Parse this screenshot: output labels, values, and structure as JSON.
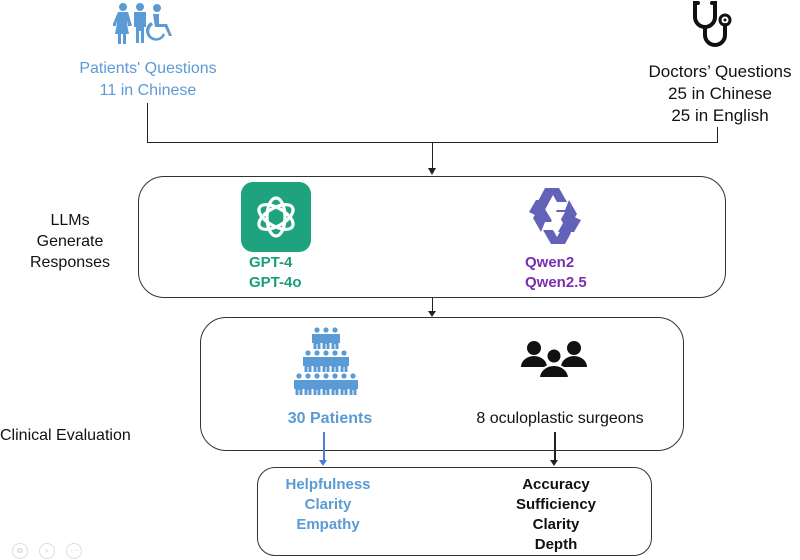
{
  "sources": {
    "patients": {
      "icon": "people-accessibility-icon",
      "title": "Patients' Questions",
      "count": "11 in Chinese"
    },
    "doctors": {
      "icon": "stethoscope-icon",
      "title": "Doctors’ Questions",
      "count_chinese": "25 in Chinese",
      "count_english": "25 in English"
    }
  },
  "stages": {
    "llm": {
      "label_line1": "LLMs",
      "label_line2": "Generate",
      "label_line3": "Responses",
      "models": [
        {
          "icon": "openai-logo-icon",
          "names": [
            "GPT-4",
            "GPT-4o"
          ],
          "color": "#1a9e7a"
        },
        {
          "icon": "qwen-logo-icon",
          "names": [
            "Qwen2",
            "Qwen2.5"
          ],
          "color": "#7a2fae"
        }
      ]
    },
    "evaluation": {
      "label": "Clinical Evaluation",
      "evaluators": [
        {
          "icon": "crowd-icon",
          "label": "30 Patients",
          "color": "#5b9bd5"
        },
        {
          "icon": "group-icon",
          "label": "8 oculoplastic surgeons",
          "color": "#111111"
        }
      ]
    },
    "metrics": {
      "patients": [
        "Helpfulness",
        "Clarity",
        "Empathy"
      ],
      "surgeons": [
        "Accuracy",
        "Sufficiency",
        "Clarity",
        "Depth"
      ]
    }
  },
  "colors": {
    "patient_blue": "#5b9bd5",
    "openai_green": "#1fa37f",
    "qwen_purple": "#6262b8"
  },
  "toolbar": {
    "icons": [
      "copy-icon",
      "zoom-icon",
      "more-icon"
    ]
  }
}
